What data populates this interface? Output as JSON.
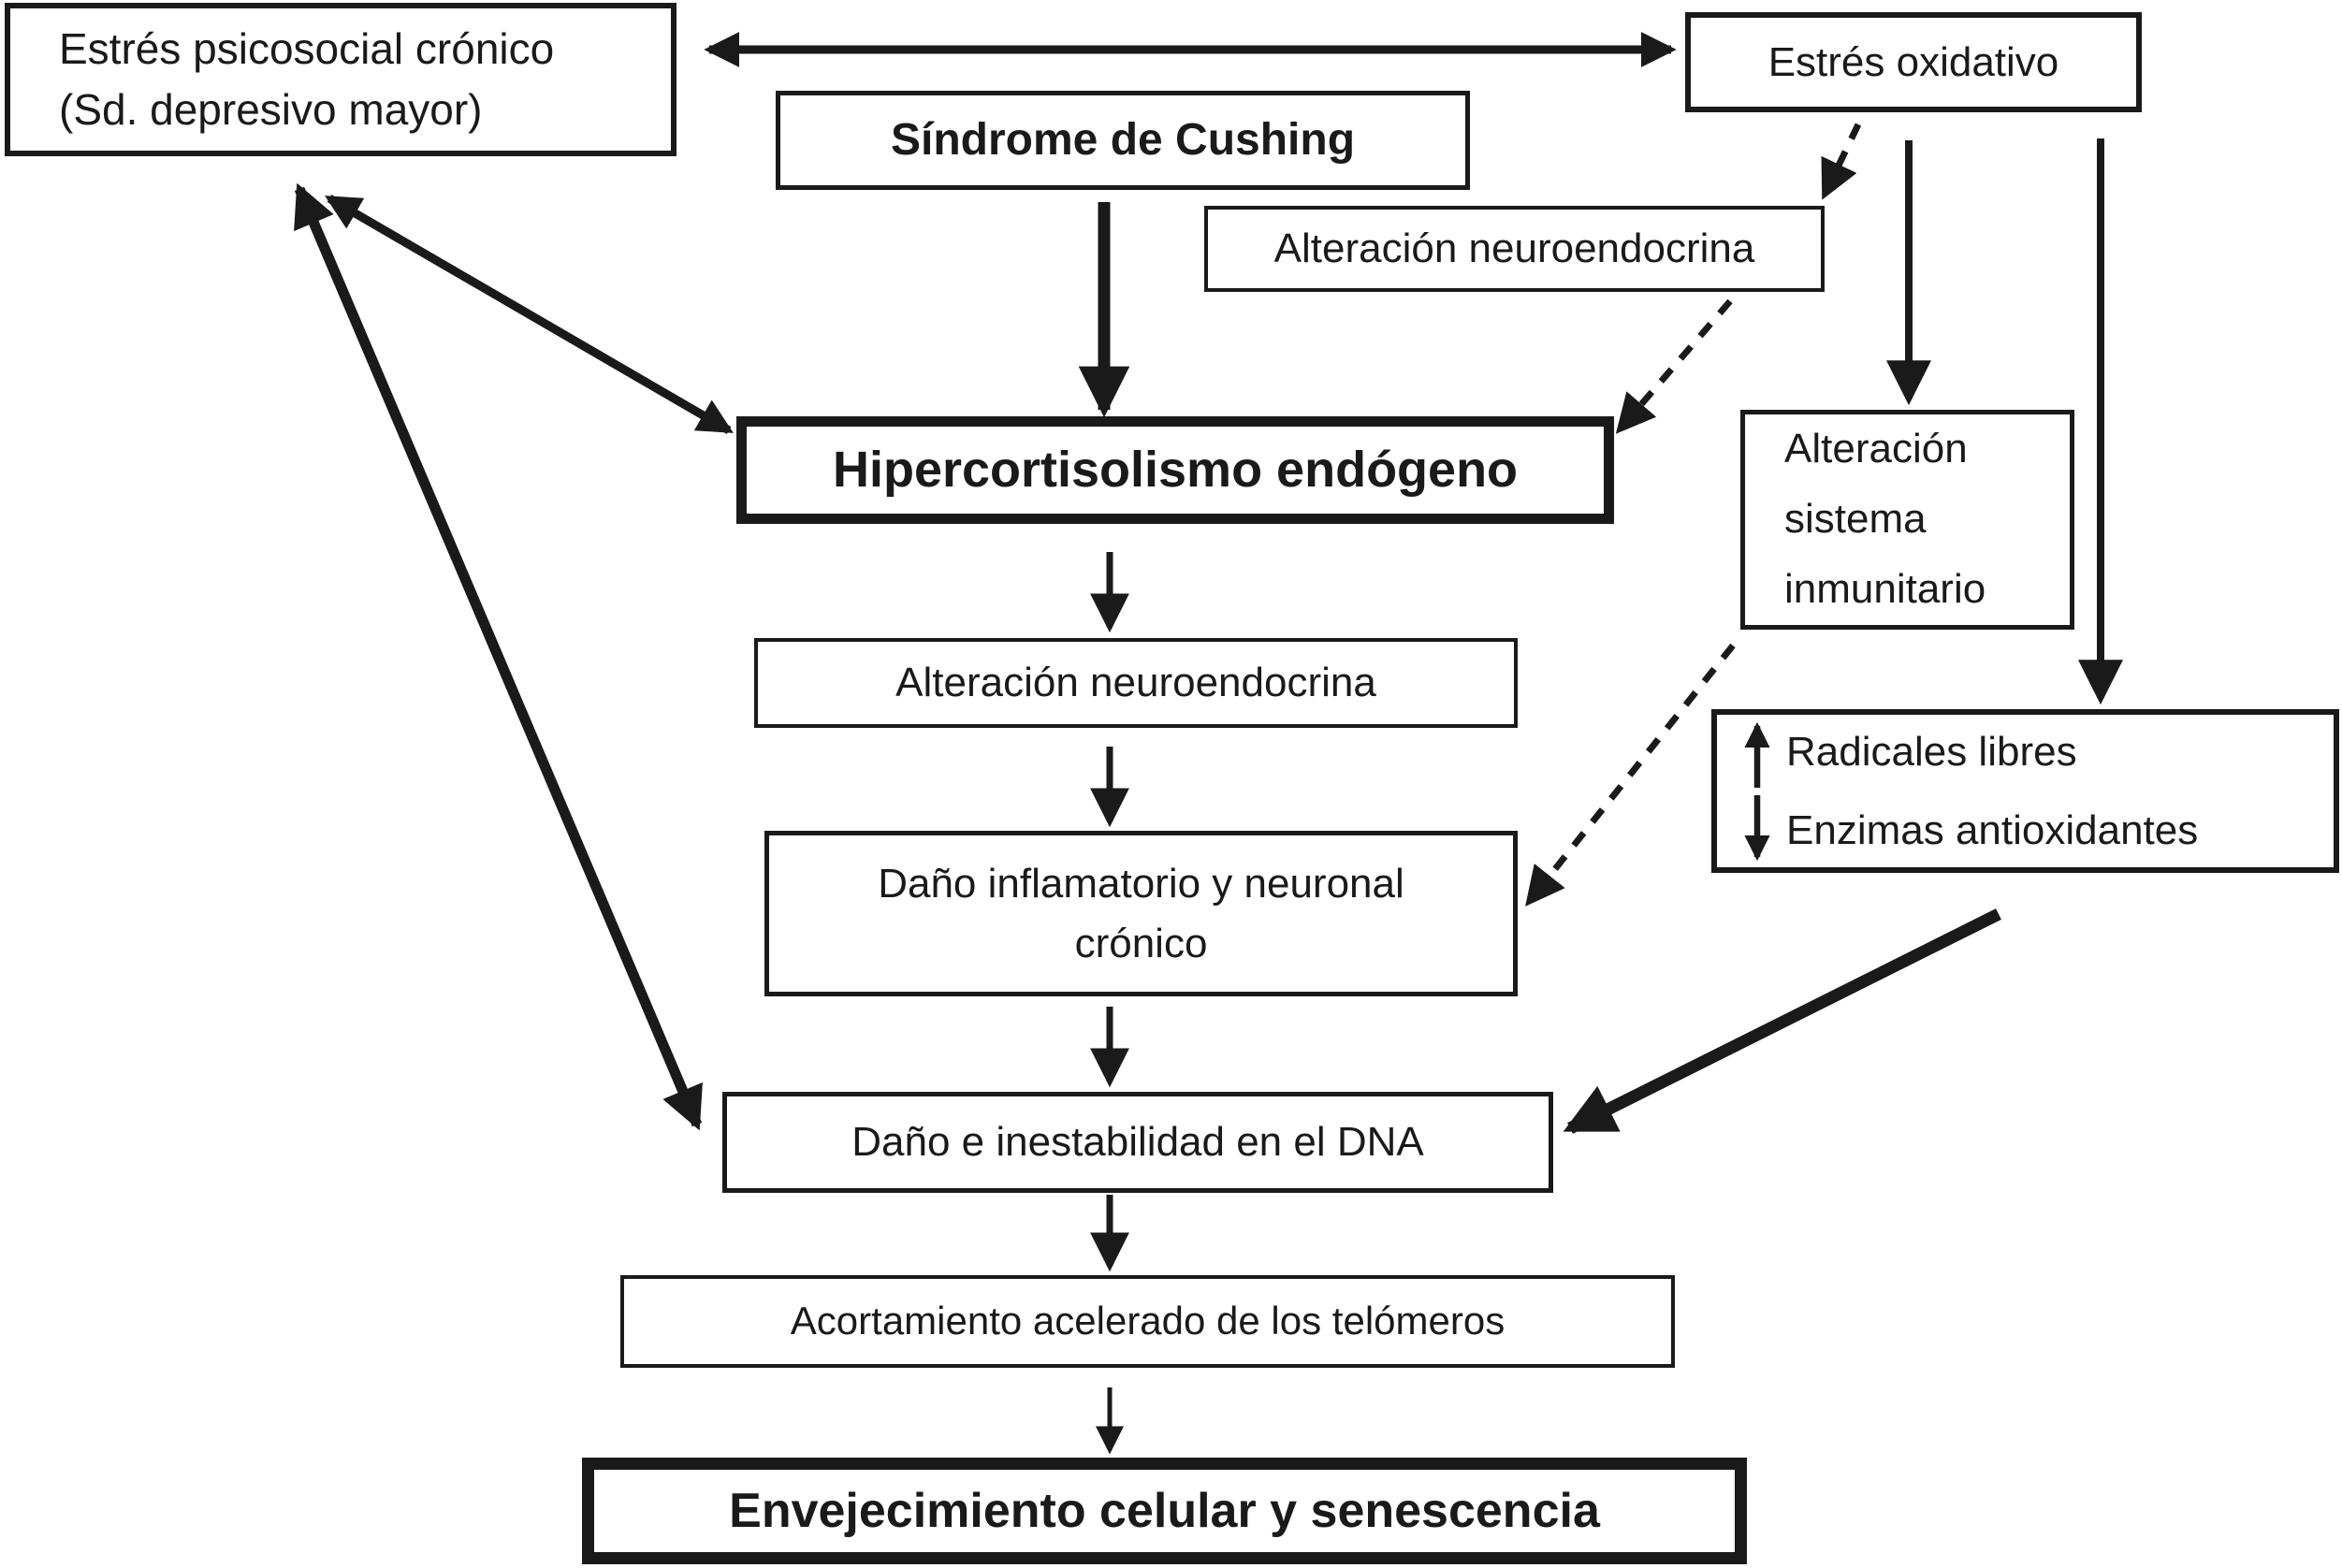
{
  "diagram": {
    "colors": {
      "ink": "#1a1a1a",
      "background": "#ffffff"
    },
    "nodes": {
      "estres_psicosocial": {
        "line1": "Estrés psicosocial crónico",
        "line2": "(Sd. depresivo mayor)"
      },
      "sindrome_cushing": {
        "label": "Síndrome de Cushing"
      },
      "estres_oxidativo": {
        "label": "Estrés oxidativo"
      },
      "alteracion_neuroendocrina_superior": {
        "label": "Alteración neuroendocrina"
      },
      "hipercortisolismo": {
        "label": "Hipercortisolismo endógeno"
      },
      "alteracion_sistema_inmunitario": {
        "line1": "Alteración",
        "line2": "sistema",
        "line3": "inmunitario"
      },
      "radicales_enzimas": {
        "up_icon": "arrow-up-icon",
        "up_label": "Radicales libres",
        "down_icon": "arrow-down-icon",
        "down_label": "Enzimas antioxidantes"
      },
      "alteracion_neuroendocrina_media": {
        "label": "Alteración neuroendocrina"
      },
      "dano_inflamatorio": {
        "line1": "Daño inflamatorio y neuronal",
        "line2": "crónico"
      },
      "dano_dna": {
        "label": "Daño e inestabilidad en el DNA"
      },
      "acortamiento_telomeros": {
        "label": "Acortamiento acelerado de los telómeros"
      },
      "envejecimiento": {
        "label": "Envejecimiento celular y senescencia"
      }
    },
    "edges": [
      {
        "from": "estres_psicosocial",
        "to": "estres_oxidativo",
        "style": "solid",
        "bidirectional": true
      },
      {
        "from": "sindrome_cushing",
        "to": "hipercortisolismo",
        "style": "solid",
        "bidirectional": false
      },
      {
        "from": "estres_oxidativo",
        "to": "alteracion_neuroendocrina_superior",
        "style": "dashed",
        "bidirectional": false
      },
      {
        "from": "alteracion_neuroendocrina_superior",
        "to": "hipercortisolismo",
        "style": "dashed",
        "bidirectional": false
      },
      {
        "from": "estres_oxidativo",
        "to": "alteracion_sistema_inmunitario",
        "style": "solid",
        "bidirectional": false
      },
      {
        "from": "estres_oxidativo",
        "to": "radicales_enzimas",
        "style": "solid",
        "bidirectional": false
      },
      {
        "from": "estres_psicosocial",
        "to": "hipercortisolismo",
        "style": "solid",
        "bidirectional": true
      },
      {
        "from": "estres_psicosocial",
        "to": "dano_dna",
        "style": "solid",
        "bidirectional": true
      },
      {
        "from": "hipercortisolismo",
        "to": "alteracion_neuroendocrina_media",
        "style": "solid",
        "bidirectional": false
      },
      {
        "from": "alteracion_neuroendocrina_media",
        "to": "dano_inflamatorio",
        "style": "solid",
        "bidirectional": false
      },
      {
        "from": "alteracion_sistema_inmunitario",
        "to": "dano_inflamatorio",
        "style": "dashed",
        "bidirectional": false
      },
      {
        "from": "dano_inflamatorio",
        "to": "dano_dna",
        "style": "solid",
        "bidirectional": false
      },
      {
        "from": "radicales_enzimas",
        "to": "dano_dna",
        "style": "solid",
        "bidirectional": false
      },
      {
        "from": "dano_dna",
        "to": "acortamiento_telomeros",
        "style": "solid",
        "bidirectional": false
      },
      {
        "from": "acortamiento_telomeros",
        "to": "envejecimiento",
        "style": "solid",
        "bidirectional": false
      }
    ]
  }
}
